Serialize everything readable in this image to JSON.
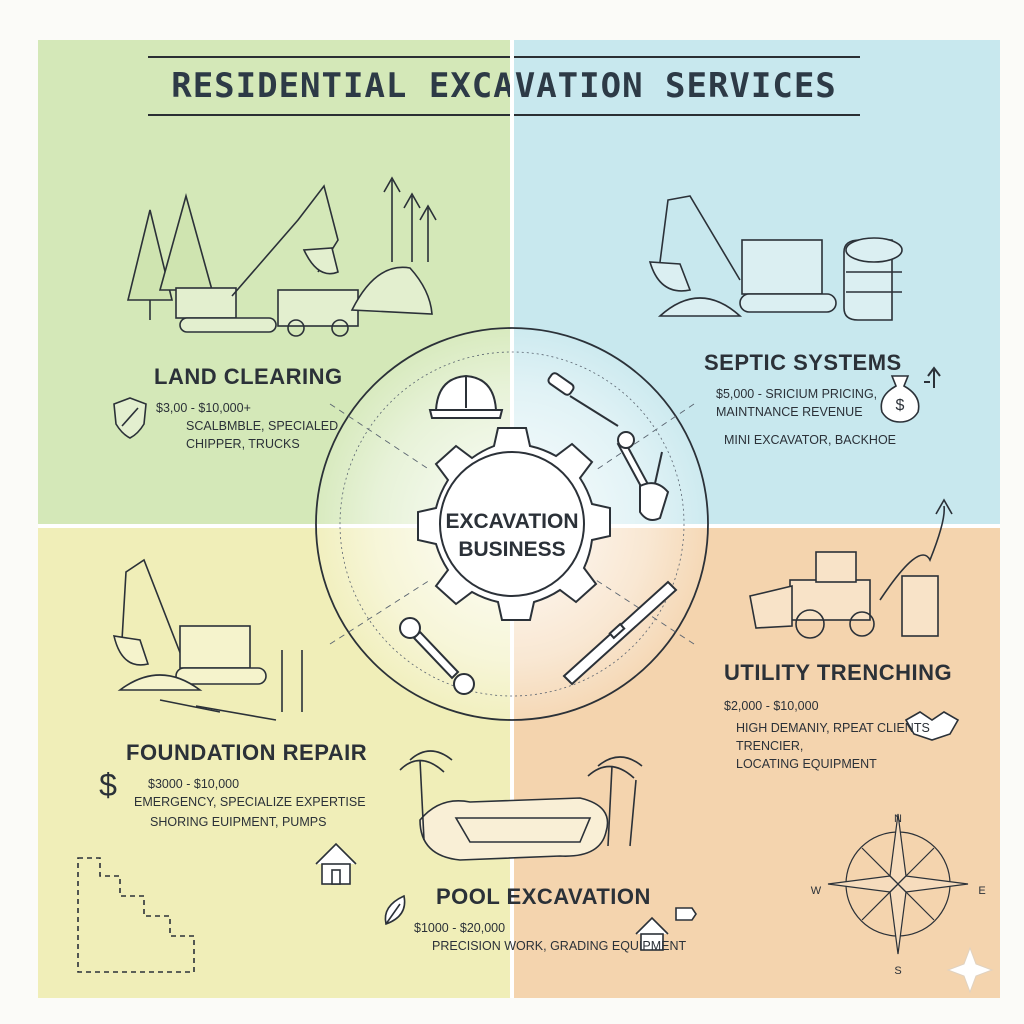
{
  "title": "RESIDENTIAL EXCAVATION SERVICES",
  "center": {
    "line1": "EXCAVATION",
    "line2": "BUSINESS"
  },
  "services": {
    "land_clearing": {
      "title": "LAND CLEARING",
      "line1": "$3,00 - $10,000+",
      "line2": "SCALBMBLE, SPECIALED",
      "line3": "CHIPPER, TRUCKS",
      "icon": "shield-icon"
    },
    "septic_systems": {
      "title": "SEPTIC SYSTEMS",
      "line1": "$5,000 - SRICIUM PRICING,",
      "line2": "MAINTNANCE REVENUE",
      "line3": "MINI EXCAVATOR, BACKHOE",
      "icon": "money-bag-icon"
    },
    "foundation_repair": {
      "title": "FOUNDATION REPAIR",
      "line1": "$3000 - $10,000",
      "line2": "EMERGENCY, SPECIALIZE EXPERTISE",
      "line3": "SHORING EUIPMENT, PUMPS",
      "icon": "dollar-icon"
    },
    "utility_trenching": {
      "title": "UTILITY TRENCHING",
      "line1": "$2,000 - $10,000",
      "line2": "HIGH DEMANIY, RPEAT CLIENTS",
      "line3": "TRENCIER,",
      "line4": "LOCATING EQUIPMENT",
      "icon": "handshake-icon"
    },
    "pool_excavation": {
      "title": "POOL EXCAVATION",
      "line1": "$1000 - $20,000",
      "line2": "PRECISION WORK, GRADING EQUIPMENT",
      "icon": "house-icon"
    }
  },
  "compass": {
    "n": "N",
    "e": "E",
    "s": "S",
    "w": "W"
  },
  "colors": {
    "land_clearing_bg": "#d4e8b8",
    "septic_bg": "#c8e8ee",
    "foundation_bg": "#f0eeb8",
    "trenching_bg": "#f4d4ae",
    "ink": "#2b3138"
  }
}
